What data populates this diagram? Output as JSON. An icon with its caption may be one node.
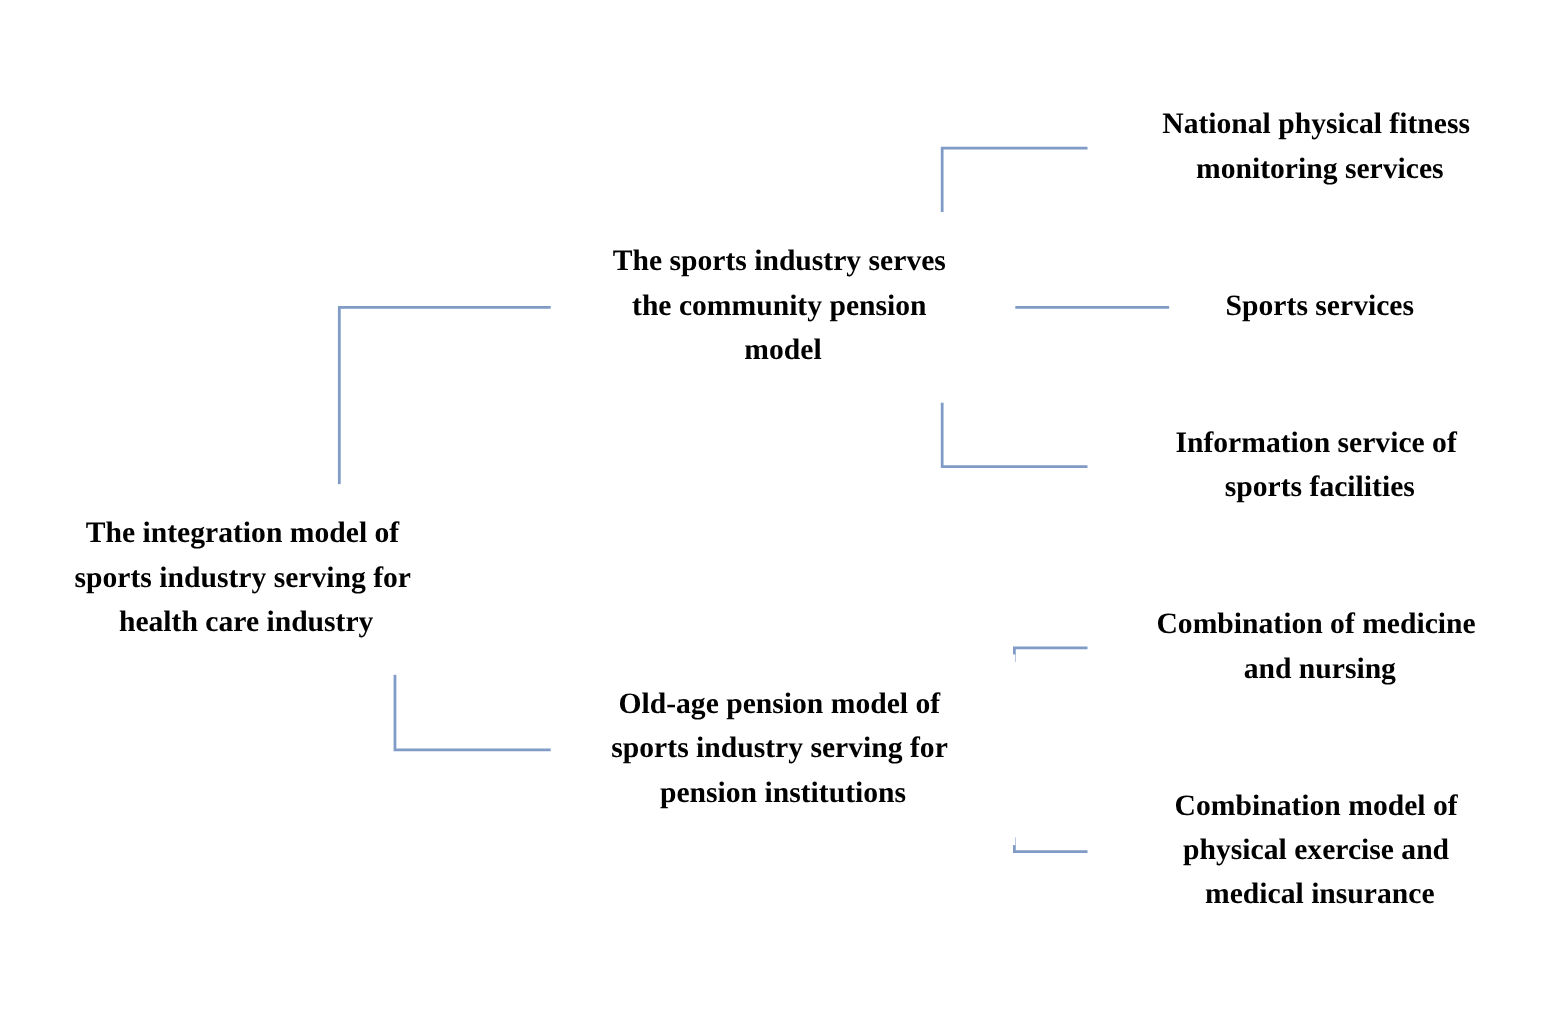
{
  "diagram": {
    "nodes": [
      {
        "text": [
          "The integration model of sports industry serving for health care industry"
        ]
      },
      {
        "text": [
          "The sports industry serves the community pension model"
        ]
      },
      {
        "text": [
          "Old-age pension model of sports industry serving for pension institutions"
        ]
      },
      {
        "text": [
          "National physical fitness monitoring services"
        ]
      },
      {
        "text": [
          "Sports services"
        ]
      },
      {
        "text": [
          "Information service of sports facilities"
        ]
      },
      {
        "text": [
          "Combination of medicine and nursing"
        ]
      },
      {
        "text": [
          "Combination model of physical exercise and medical insurance"
        ]
      }
    ],
    "edges": [
      {
        "from": 0,
        "to": 1,
        "arrow": "none"
      },
      {
        "from": 0,
        "to": 2,
        "arrow": "none"
      },
      {
        "from": 1,
        "to": 3,
        "arrow": "none"
      },
      {
        "from": 1,
        "to": 4,
        "arrow": "none"
      },
      {
        "from": 1,
        "to": 5,
        "arrow": "none"
      },
      {
        "from": 2,
        "to": 6,
        "arrow": "none"
      },
      {
        "from": 2,
        "to": 7,
        "arrow": "none"
      }
    ]
  }
}
